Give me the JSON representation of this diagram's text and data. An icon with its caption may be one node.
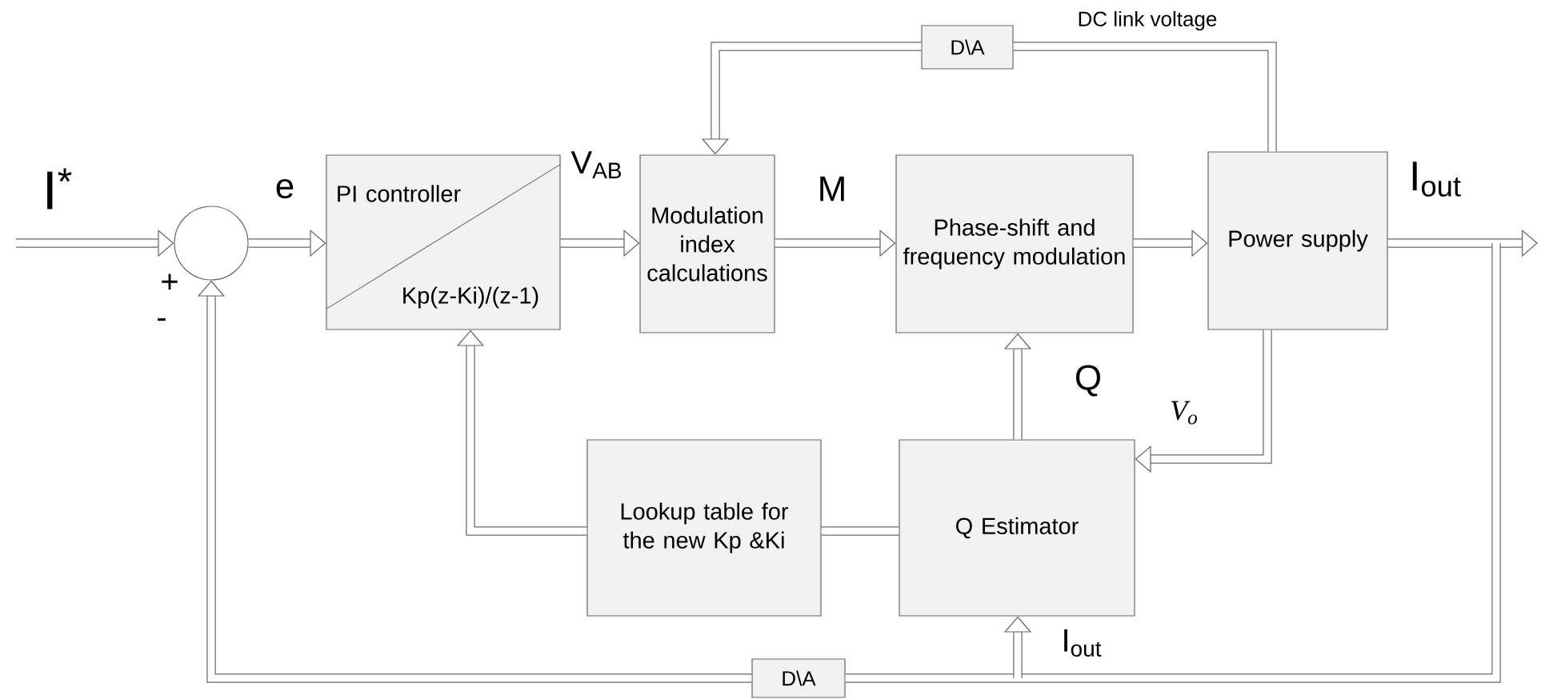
{
  "diagram": {
    "nodes": [
      {
        "text": [],
        "shape": "circle"
      },
      {
        "text": [
          "PI controller",
          "Kp(z-Ki)/(z-1)"
        ]
      },
      {
        "text": [
          "Modulation index calculations"
        ]
      },
      {
        "text": [
          "Phase-shift and frequency modulation"
        ]
      },
      {
        "text": [
          "Power supply"
        ]
      },
      {
        "text": [
          "Lookup table for the new Kp &Ki"
        ]
      },
      {
        "text": [
          "Q Estimator"
        ]
      },
      {
        "text": [
          "D\\A"
        ]
      },
      {
        "text": [
          "D\\A"
        ]
      }
    ],
    "edges": [
      {
        "from": null,
        "to": 0,
        "arrow": "to",
        "label": "I$^{*}$"
      },
      {
        "from": 0,
        "to": 1,
        "arrow": "to",
        "label": "e"
      },
      {
        "from": 1,
        "to": 2,
        "arrow": "to",
        "label": "V$_{AB}$"
      },
      {
        "from": 2,
        "to": 3,
        "arrow": "to",
        "label": "M"
      },
      {
        "from": 3,
        "to": 4,
        "arrow": "to"
      },
      {
        "from": 4,
        "to": null,
        "arrow": "to",
        "label": "I$_{out}$"
      },
      {
        "from": 4,
        "to": 7,
        "arrow": "none",
        "label": "DC link voltage"
      },
      {
        "from": 7,
        "to": 2,
        "arrow": "to"
      },
      {
        "from": 4,
        "to": 6,
        "arrow": "to",
        "label": "V$_{o}$"
      },
      {
        "from": 6,
        "to": 3,
        "arrow": "to",
        "label": "Q"
      },
      {
        "from": 6,
        "to": 5,
        "arrow": "none"
      },
      {
        "from": 5,
        "to": 1,
        "arrow": "to"
      },
      {
        "from": null,
        "to": 8,
        "arrow": "none"
      },
      {
        "from": 8,
        "to": 0,
        "arrow": "to"
      },
      {
        "from": null,
        "to": 6,
        "arrow": "to",
        "label": "I$_{out}$"
      }
    ],
    "labels": [
      "+",
      "-"
    ]
  }
}
